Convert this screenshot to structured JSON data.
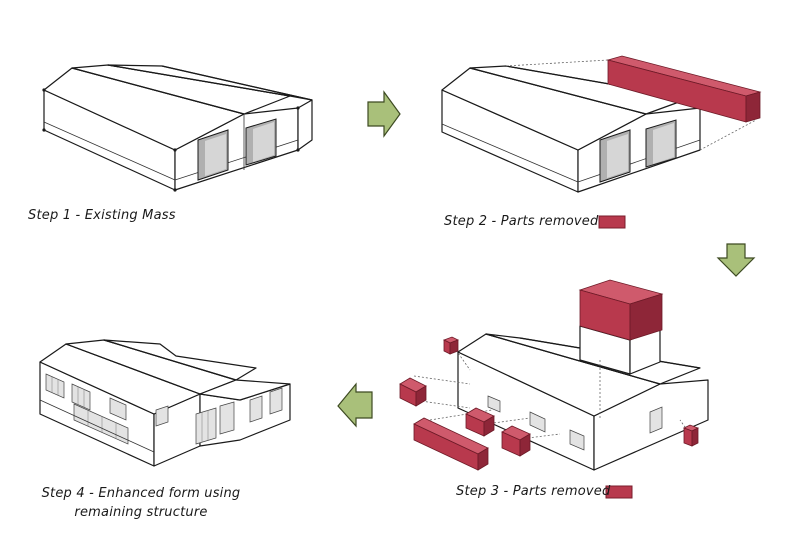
{
  "captions": {
    "step1": "Step 1 - Existing Mass",
    "step2": "Step 2 -  Parts removed",
    "step3": "Step 3 - Parts removed",
    "step4_line1": "Step 4 - Enhanced form using",
    "step4_line2": "remaining structure"
  },
  "colors": {
    "removed_part": "#b8394d",
    "removed_part_side": "#8e2638",
    "removed_part_top": "#cf5a6c",
    "arrow": "#a9c07a",
    "door": "#b0b0b0"
  },
  "icons": {
    "arrow_right": "arrow-right-icon",
    "arrow_down": "arrow-down-icon",
    "arrow_left": "arrow-left-icon"
  }
}
